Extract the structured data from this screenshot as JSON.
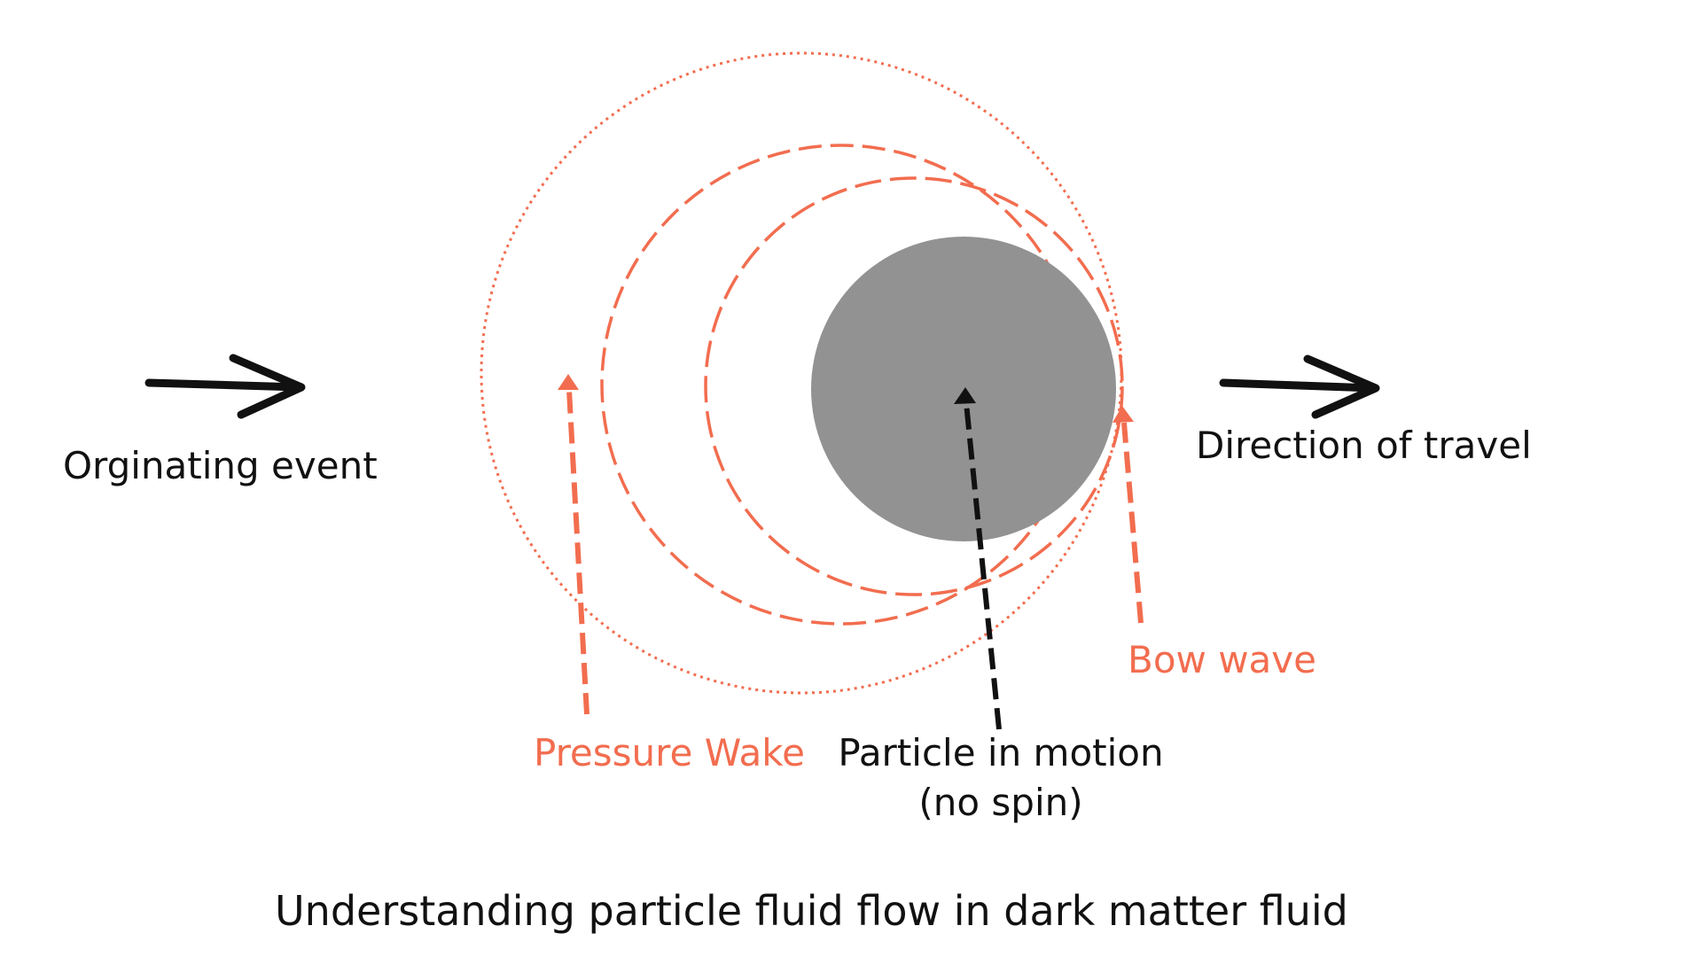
{
  "labels": {
    "originating_event": "Orginating event",
    "direction_of_travel": "Direction of travel",
    "pressure_wake": "Pressure Wake",
    "particle_line1": "Particle in motion",
    "particle_line2": "(no spin)",
    "bow_wave": "Bow wave"
  },
  "caption": "Understanding particle fluid flow in dark matter fluid",
  "colors": {
    "wave": "#f26d4f",
    "particle": "#929292",
    "ink": "#111111"
  }
}
